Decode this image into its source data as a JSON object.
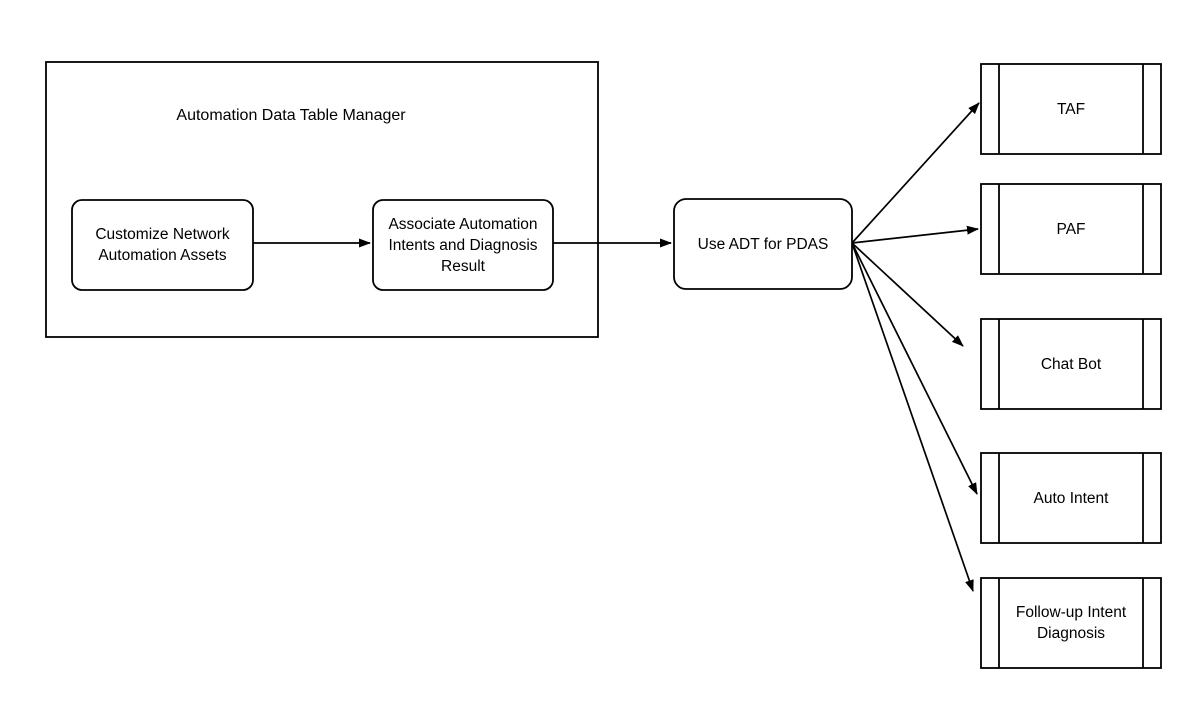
{
  "diagram": {
    "type": "flowchart",
    "background_color": "#ffffff",
    "stroke_color": "#000000",
    "text_color": "#000000",
    "node_fill_color": "#ffffff",
    "group": {
      "title": "Automation Data Table Manager"
    },
    "nodes": {
      "customize": {
        "label": "Customize Network Automation Assets",
        "shape": "rounded-rect",
        "in_group": true
      },
      "associate": {
        "label": "Associate Automation Intents and Diagnosis Result",
        "shape": "rounded-rect",
        "in_group": true
      },
      "use_adt": {
        "label": "Use ADT for PDAS",
        "shape": "rounded-rect",
        "in_group": false
      },
      "taf": {
        "label": "TAF",
        "shape": "subroutine",
        "in_group": false
      },
      "paf": {
        "label": "PAF",
        "shape": "subroutine",
        "in_group": false
      },
      "chat_bot": {
        "label": "Chat Bot",
        "shape": "subroutine",
        "in_group": false
      },
      "auto_intent": {
        "label": "Auto Intent",
        "shape": "subroutine",
        "in_group": false
      },
      "followup": {
        "label": "Follow-up Intent Diagnosis",
        "shape": "subroutine",
        "in_group": false
      }
    },
    "edges": [
      {
        "from": "customize",
        "to": "associate",
        "arrow": true
      },
      {
        "from": "associate",
        "to": "use_adt",
        "arrow": true
      },
      {
        "from": "use_adt",
        "to": "taf",
        "arrow": true
      },
      {
        "from": "use_adt",
        "to": "paf",
        "arrow": true
      },
      {
        "from": "use_adt",
        "to": "chat_bot",
        "arrow": true
      },
      {
        "from": "use_adt",
        "to": "auto_intent",
        "arrow": true
      },
      {
        "from": "use_adt",
        "to": "followup",
        "arrow": true
      }
    ]
  }
}
